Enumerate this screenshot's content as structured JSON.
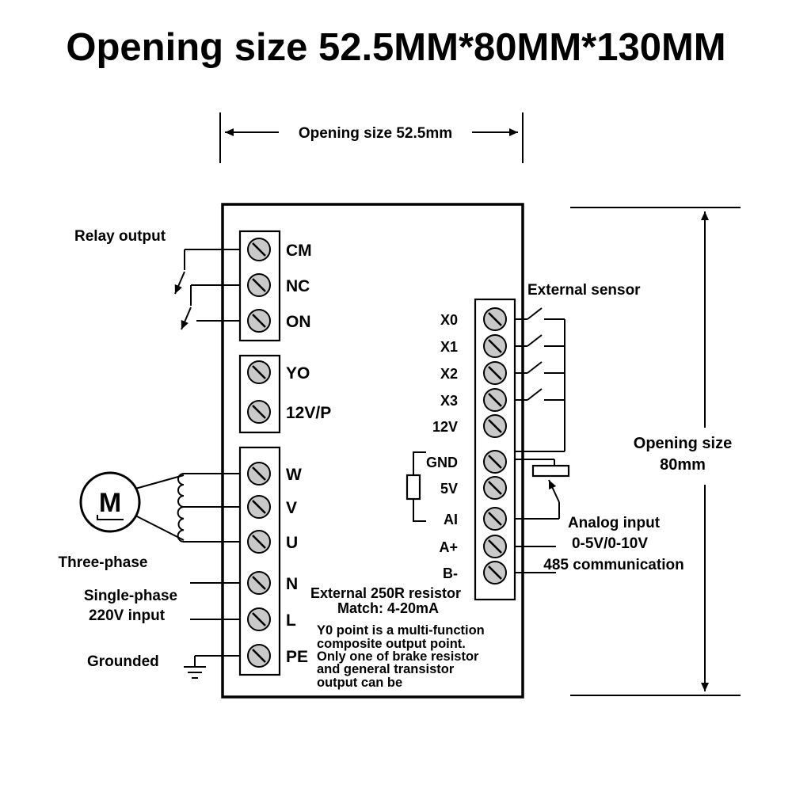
{
  "title": "Opening size 52.5MM*80MM*130MM",
  "dimensions": {
    "top_width": "Opening size 52.5mm",
    "right_height_line1": "Opening size",
    "right_height_line2": "80mm"
  },
  "left_labels": {
    "relay_output": "Relay output",
    "motor_letter": "M",
    "three_phase": "Three-phase",
    "single_phase_line1": "Single-phase",
    "single_phase_line2": "220V input",
    "grounded": "Grounded"
  },
  "right_labels": {
    "external_sensor": "External sensor",
    "analog_input": "Analog input",
    "analog_range": "0-5V/0-10V",
    "comm": "485 communication"
  },
  "terminals": {
    "relay": [
      "CM",
      "NC",
      "ON"
    ],
    "multi_output": [
      "YO",
      "12V/P"
    ],
    "power": [
      "W",
      "V",
      "U",
      "N",
      "L",
      "PE"
    ],
    "io": [
      "X0",
      "X1",
      "X2",
      "X3",
      "12V",
      "GND",
      "5V",
      "AI",
      "A+",
      "B-"
    ]
  },
  "notes": {
    "resistor_line1": "External 250R resistor",
    "resistor_line2": "Match:  4-20mA",
    "y0_lines": [
      "Y0 point is a multi-function",
      "composite output point.",
      "Only one of brake resistor",
      "and general transistor",
      "output can be"
    ]
  },
  "colors": {
    "ink": "#000000",
    "screw_fill": "#c9c9c9",
    "background": "#ffffff"
  }
}
